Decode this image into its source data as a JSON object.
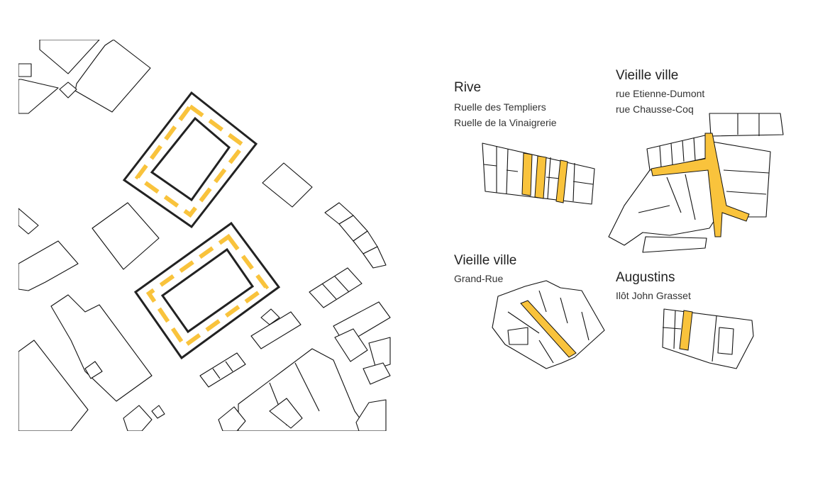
{
  "diagram": {
    "highlight_color": "#f9c33c",
    "outline_color": "#222222",
    "background": "#ffffff"
  },
  "groups": [
    {
      "district": "Rive",
      "streets": [
        "Ruelle des Templiers",
        "Ruelle de la Vinaigrerie"
      ]
    },
    {
      "district": "Vieille ville",
      "streets": [
        "rue Etienne-Dumont",
        "rue Chausse-Coq"
      ]
    },
    {
      "district": "Vieille ville",
      "streets": [
        "Grand-Rue"
      ]
    },
    {
      "district": "Augustins",
      "streets": [
        "Ilôt John Grasset"
      ]
    }
  ]
}
